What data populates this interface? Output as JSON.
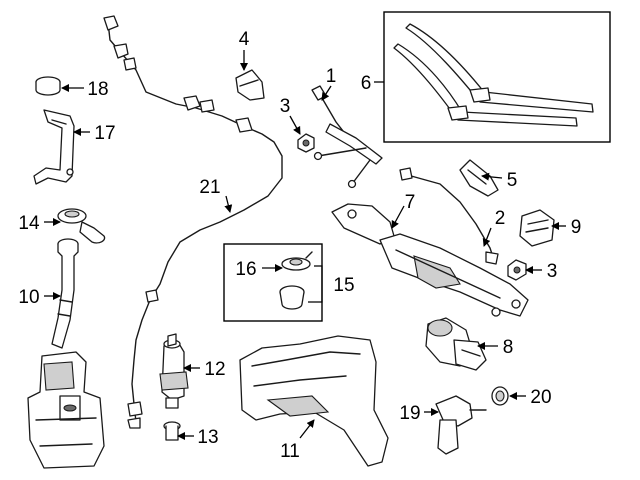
{
  "callouts": {
    "c1": "1",
    "c2": "2",
    "c3a": "3",
    "c3b": "3",
    "c4": "4",
    "c5": "5",
    "c6": "6",
    "c7": "7",
    "c8": "8",
    "c9": "9",
    "c10": "10",
    "c11": "11",
    "c12": "12",
    "c13": "13",
    "c14": "14",
    "c15": "15",
    "c16": "16",
    "c17": "17",
    "c18": "18",
    "c19": "19",
    "c20": "20",
    "c21": "21"
  },
  "colors": {
    "line": "#1a1a1a",
    "fill": "#ffffff",
    "shade": "#cfcfcf"
  }
}
